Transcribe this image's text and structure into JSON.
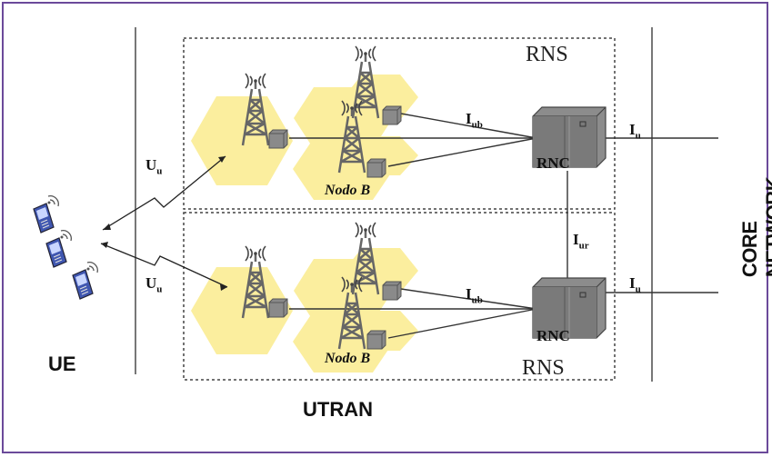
{
  "labels": {
    "ue": "UE",
    "utran": "UTRAN",
    "core_network": "CORE NETWORK",
    "rns_top": "RNS",
    "rns_bottom": "RNS",
    "rnc_top": "RNC",
    "rnc_bottom": "RNC",
    "nodo_b_top": "Nodo B",
    "nodo_b_bottom": "Nodo B",
    "uu_main": "U",
    "uu_sub": "u",
    "iub_main": "I",
    "iub_sub": "ub",
    "iu_main": "I",
    "iu_sub": "u",
    "iur_main": "I",
    "iur_sub": "ur"
  },
  "colors": {
    "cell_fill": "#fbee9e",
    "box_gray": "#808080",
    "frame": "#6b4a9a"
  }
}
